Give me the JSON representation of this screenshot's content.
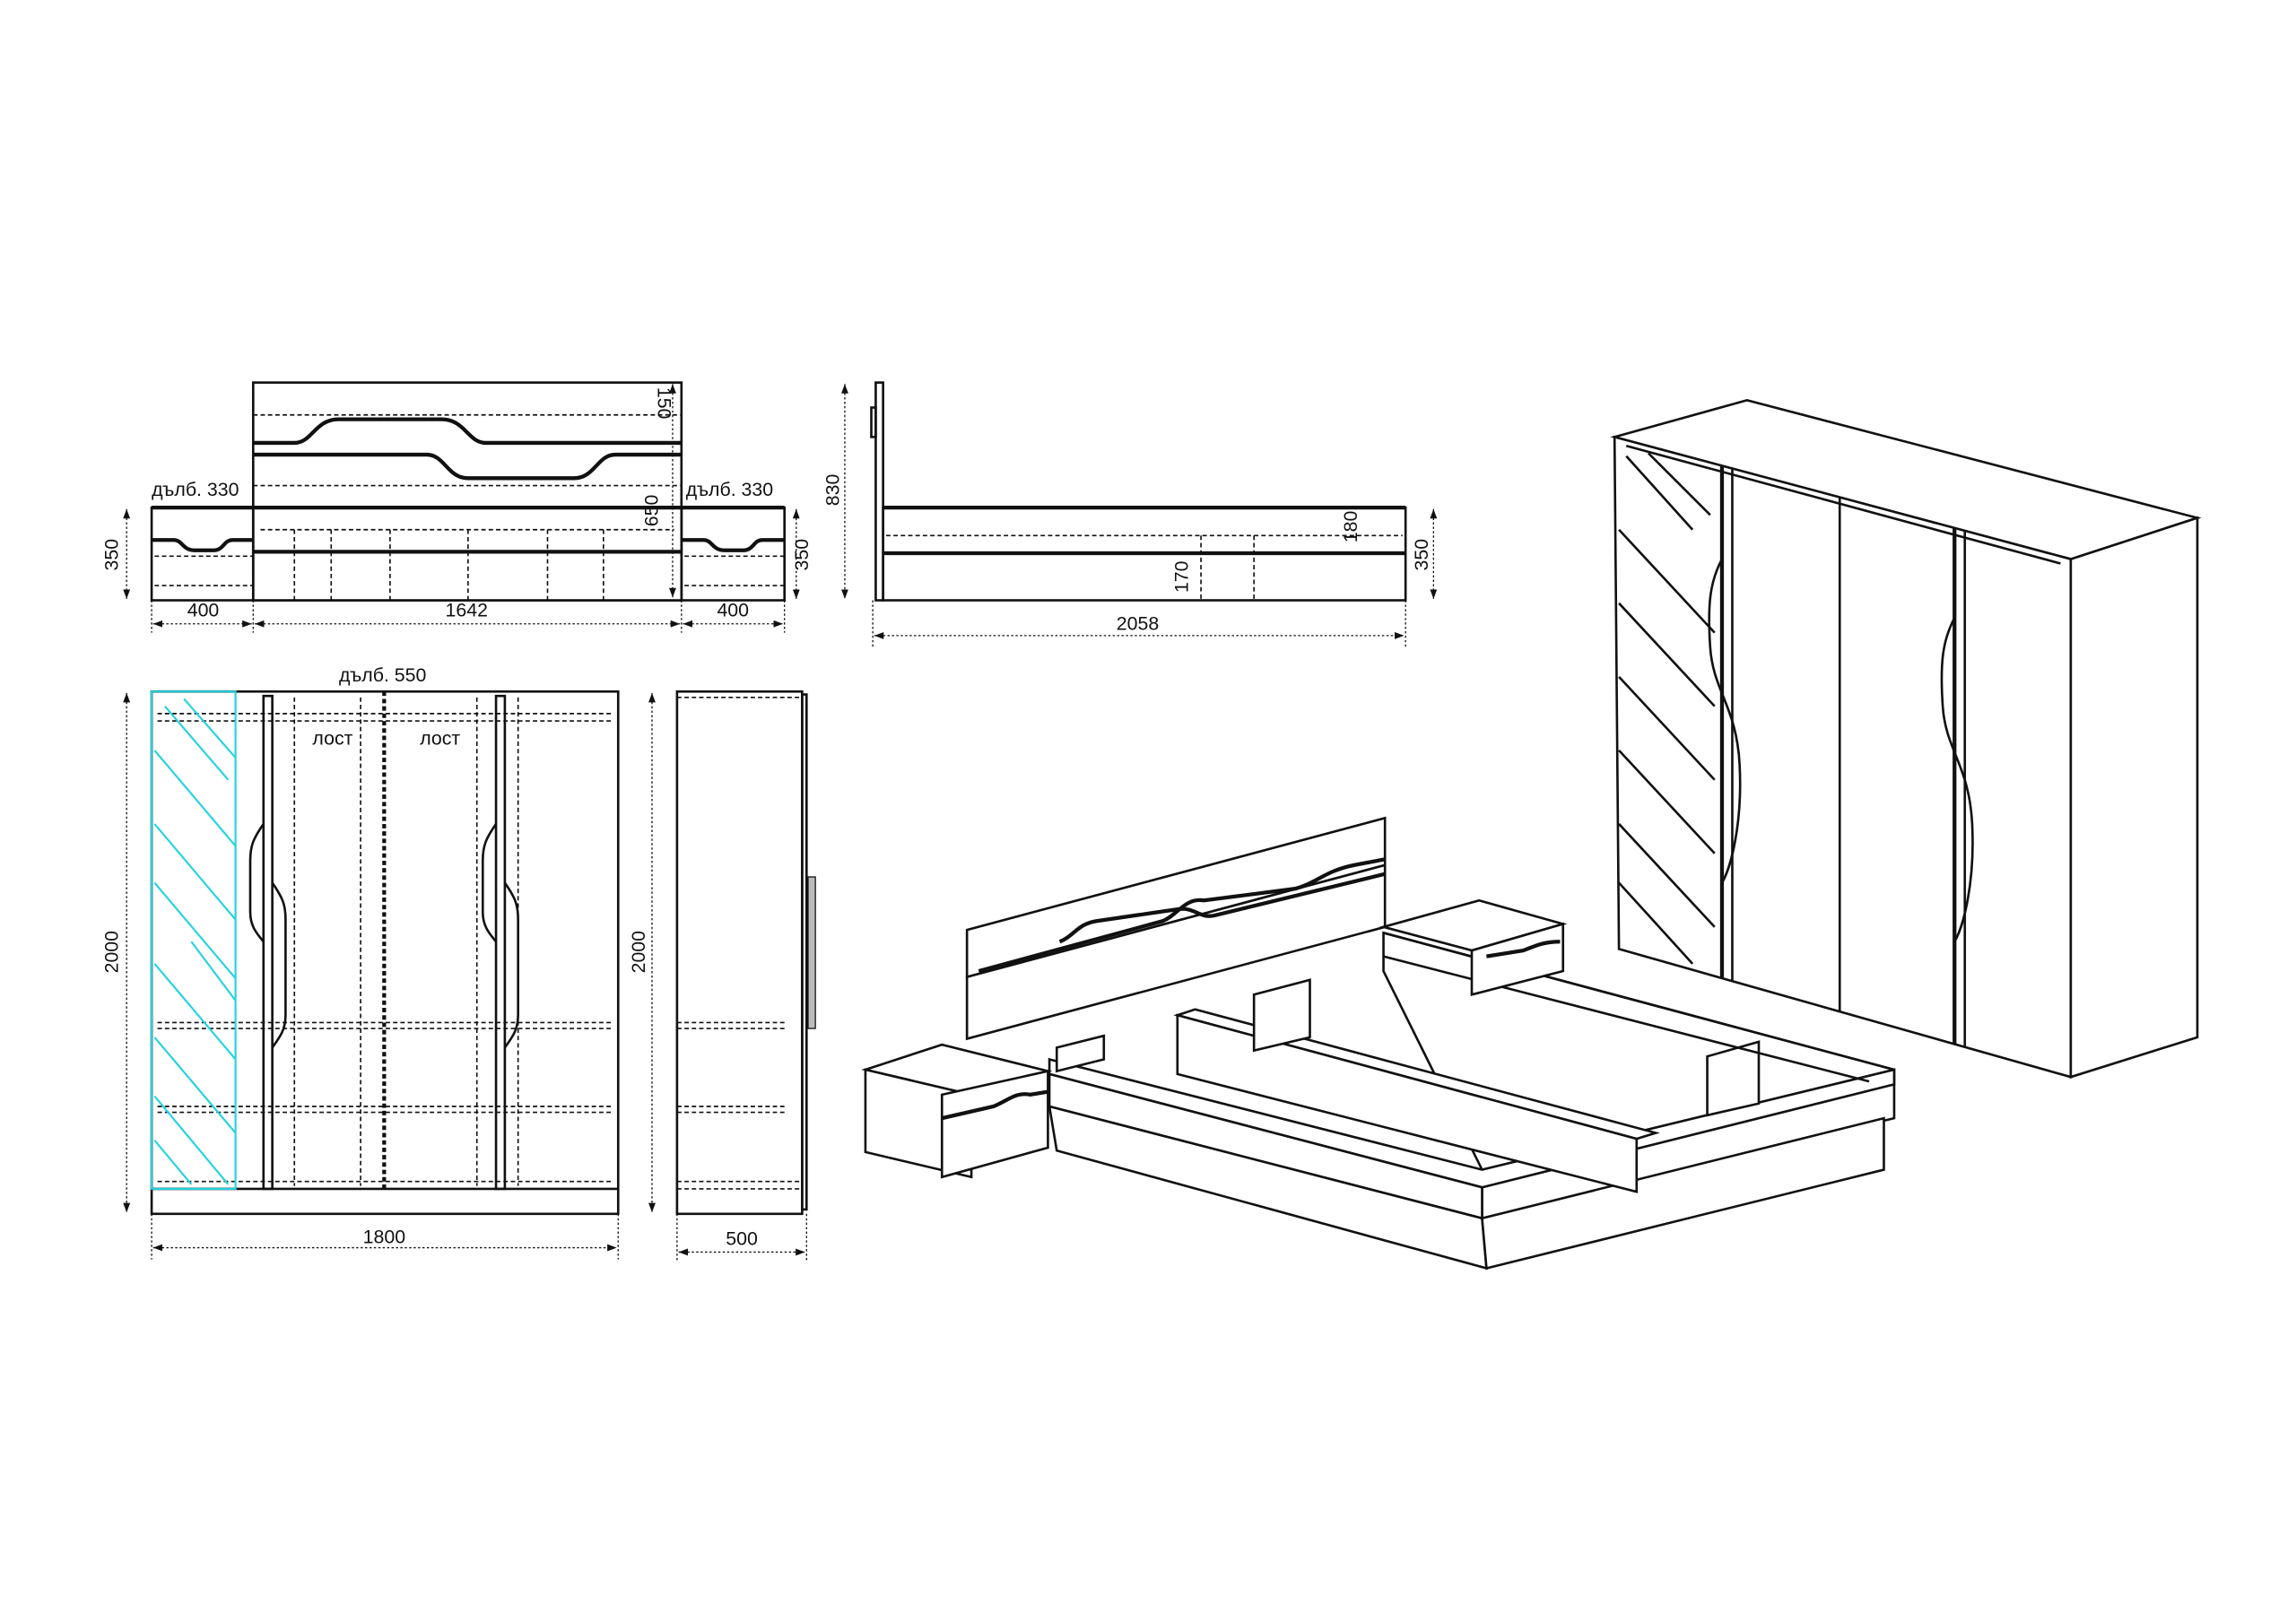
{
  "bed_front_view": {
    "nightstand_left_depth": "дълб. 330",
    "nightstand_right_depth": "дълб. 330",
    "nightstand_left_height": "350",
    "nightstand_right_height": "350",
    "nightstand_left_width": "400",
    "bed_width": "1642",
    "nightstand_right_width": "400",
    "headboard_panel_height": "150",
    "headboard_height": "650"
  },
  "bed_side_view": {
    "total_height": "830",
    "frame_height": "180",
    "base_height": "170",
    "side_height": "350",
    "length": "2058"
  },
  "wardrobe_front_view": {
    "depth": "дълб. 550",
    "rod_left": "лост",
    "rod_right": "лост",
    "height": "2000",
    "width": "1800"
  },
  "wardrobe_side_view": {
    "height": "2000",
    "depth": "500"
  },
  "colors": {
    "line": "#111111",
    "mirror": "#22d3e0"
  }
}
